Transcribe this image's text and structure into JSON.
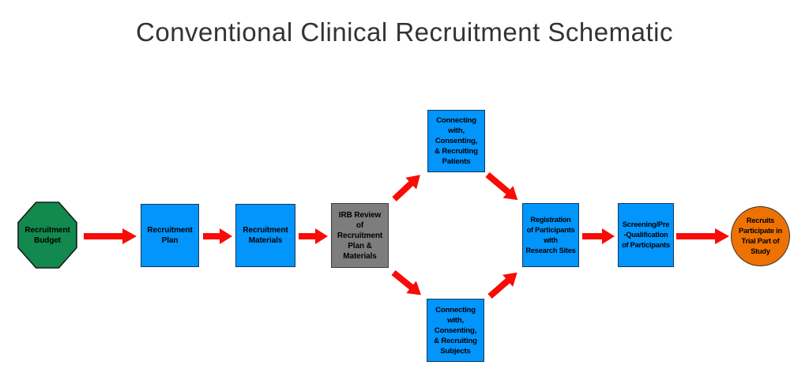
{
  "title": "Conventional Clinical Recruitment Schematic",
  "colors": {
    "node_blue": "#0295fb",
    "node_blue_border": "#17375e",
    "node_green": "#12894e",
    "node_gray": "#7d7d7d",
    "node_gray_border": "#3c3c3c",
    "node_orange": "#ee7202",
    "arrow_red": "#f90b06",
    "title_color": "#333333",
    "label_color": "#000000",
    "background": "#ffffff"
  },
  "nodes": {
    "budget": {
      "shape": "octagon",
      "label": "Recruitment\nBudget"
    },
    "plan": {
      "shape": "rect",
      "label": "Recruitment\nPlan"
    },
    "materials": {
      "shape": "rect",
      "label": "Recruitment\nMaterials"
    },
    "irb_review": {
      "shape": "rect",
      "label": "IRB Review\nof\nRecruitment\nPlan &\nMaterials"
    },
    "connect_patients": {
      "shape": "rect",
      "label": "Connecting\nwith,\nConsenting,\n& Recruiting\nPatients"
    },
    "connect_subjects": {
      "shape": "rect",
      "label": "Connecting\nwith,\nConsenting,\n& Recruiting\nSubjects"
    },
    "registration": {
      "shape": "rect",
      "label": "Registration\nof Participants\nwith\nResearch Sites"
    },
    "screening": {
      "shape": "rect",
      "label": "Screening/Pre\n-Qualification\nof Participants"
    },
    "participate": {
      "shape": "circle",
      "label": "Recruits\nParticipate in\nTrial Part of\nStudy"
    }
  },
  "arrows": [
    {
      "from": "budget",
      "to": "plan",
      "direction": "right"
    },
    {
      "from": "plan",
      "to": "materials",
      "direction": "right"
    },
    {
      "from": "materials",
      "to": "irb_review",
      "direction": "right"
    },
    {
      "from": "irb_review",
      "to": "connect_patients",
      "direction": "up-right"
    },
    {
      "from": "irb_review",
      "to": "connect_subjects",
      "direction": "down-right"
    },
    {
      "from": "connect_patients",
      "to": "registration",
      "direction": "down-right"
    },
    {
      "from": "connect_subjects",
      "to": "registration",
      "direction": "up-right"
    },
    {
      "from": "registration",
      "to": "screening",
      "direction": "right"
    },
    {
      "from": "screening",
      "to": "participate",
      "direction": "right"
    }
  ]
}
